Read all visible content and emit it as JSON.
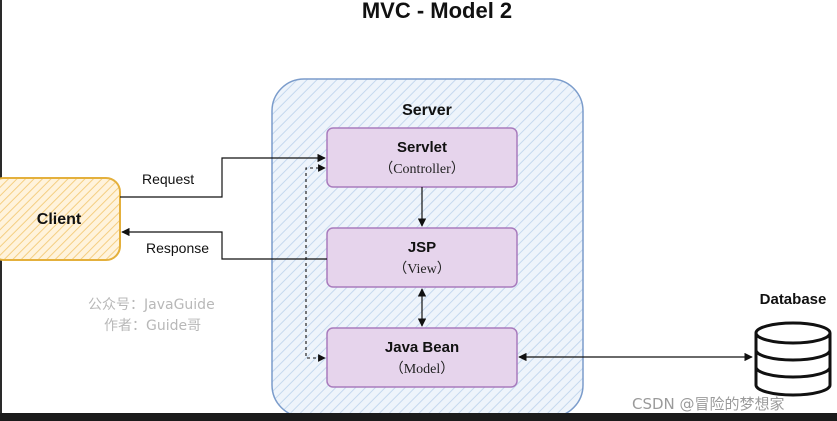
{
  "title": "MVC  - Model 2",
  "server": {
    "label": "Server"
  },
  "servlet": {
    "title": "Servlet",
    "subtitle": "（Controller）"
  },
  "jsp": {
    "title": "JSP",
    "subtitle": "（View）"
  },
  "bean": {
    "title": "Java Bean",
    "subtitle": "（Model）"
  },
  "client": {
    "label": "Client"
  },
  "database": {
    "label": "Database"
  },
  "arrows": {
    "request": "Request",
    "response": "Response"
  },
  "watermark": {
    "line1": "公众号：JavaGuide",
    "line2": "作者：Guide哥",
    "csdn": "CSDN @冒险的梦想家"
  },
  "colors": {
    "server_fill": "#e4eef9",
    "server_stroke": "#6f93c6",
    "box_fill": "#e6d4ec",
    "box_stroke": "#a87bbd",
    "client_fill": "#fde8c3",
    "client_stroke": "#e4b03c"
  }
}
